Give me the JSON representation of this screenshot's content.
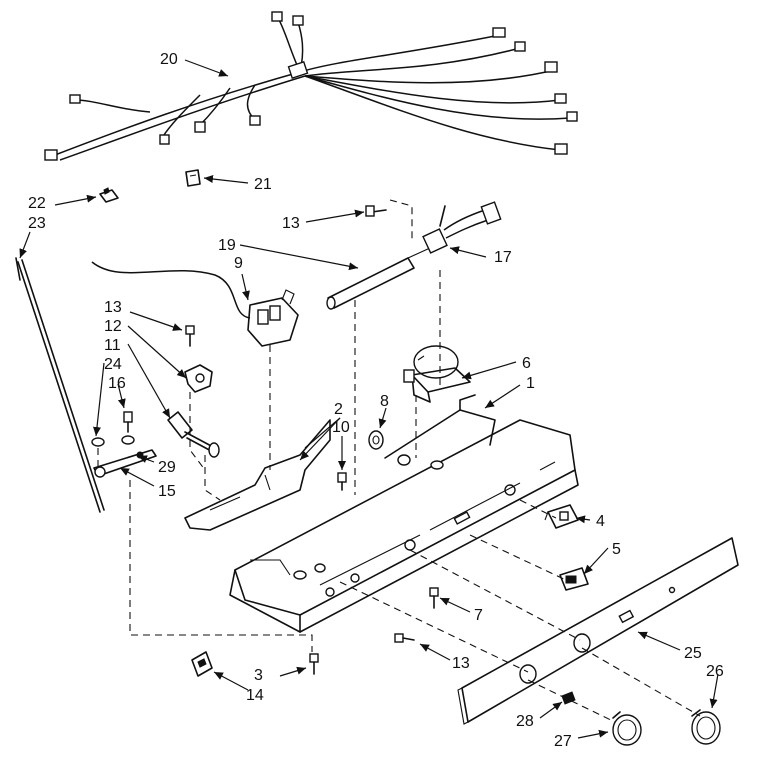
{
  "callouts": {
    "c1": "1",
    "c2": "2",
    "c3": "3",
    "c4": "4",
    "c5": "5",
    "c6": "6",
    "c7": "7",
    "c8": "8",
    "c9": "9",
    "c10": "10",
    "c11": "11",
    "c12": "12",
    "c13a": "13",
    "c13b": "13",
    "c13c": "13",
    "c14": "14",
    "c15": "15",
    "c16": "16",
    "c17": "17",
    "c19": "19",
    "c20": "20",
    "c21": "21",
    "c22": "22",
    "c23": "23",
    "c24": "24",
    "c25": "25",
    "c26": "26",
    "c27": "27",
    "c28": "28",
    "c29": "29"
  }
}
